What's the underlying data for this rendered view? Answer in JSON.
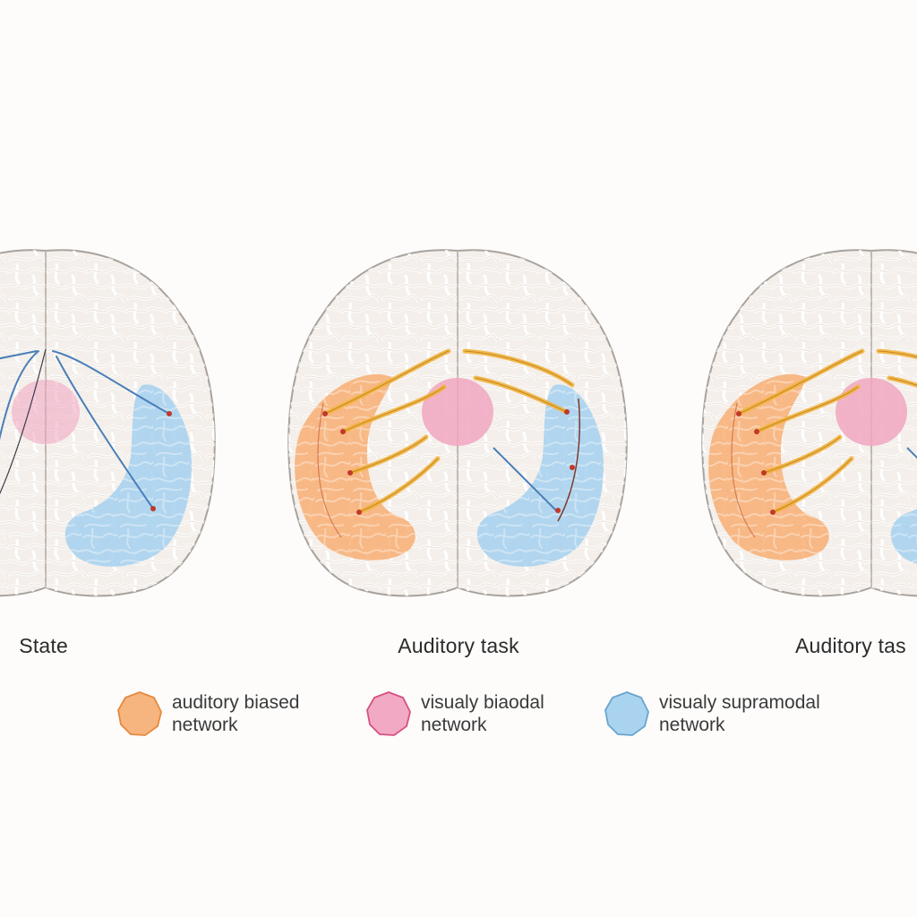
{
  "panels": [
    {
      "id": "left",
      "label": "State"
    },
    {
      "id": "center",
      "label": "Auditory task"
    },
    {
      "id": "right",
      "label": "Auditory tas"
    }
  ],
  "legend": [
    {
      "id": "auditory",
      "line1": "auditory biased",
      "line2": "network",
      "color": "#f6b47f",
      "stroke": "#e58a3e"
    },
    {
      "id": "bimodal",
      "line1": "visualy biaodal",
      "line2": "network",
      "color": "#f2a9c4",
      "stroke": "#d5527f"
    },
    {
      "id": "supra",
      "line1": "visualy supramodal",
      "line2": "network",
      "color": "#a9d3ee",
      "stroke": "#6aa5cf"
    }
  ],
  "colors": {
    "brain_fill": "#f4efea",
    "brain_outline": "#a8a29d",
    "gyri": "#ffffff",
    "auditory": "#f7a868",
    "bimodal": "#f0a3c0",
    "supramodal": "#a4d0ee",
    "connection_gold": "#f2b33d",
    "connection_blue": "#4a7fb8",
    "node": "#c0392b"
  }
}
